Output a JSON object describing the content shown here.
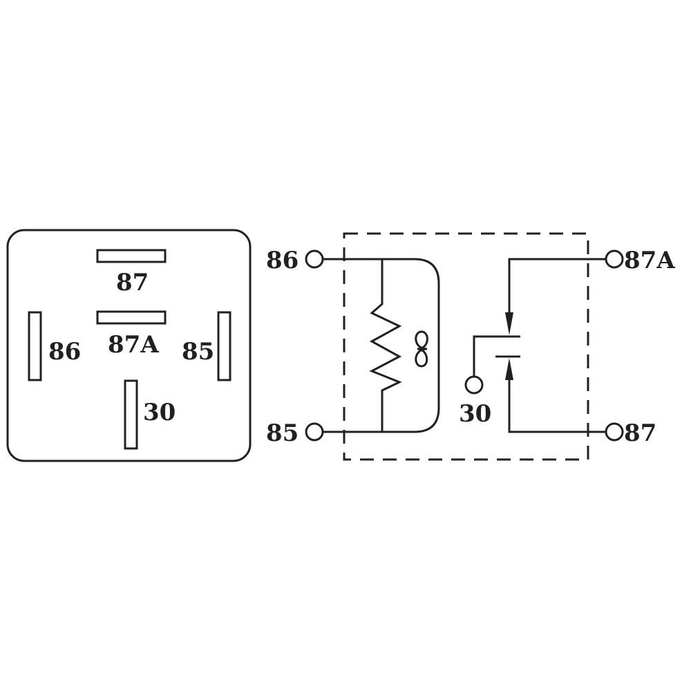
{
  "pinout": {
    "pins": [
      {
        "id": "p87",
        "label": "87"
      },
      {
        "id": "p87a",
        "label": "87A"
      },
      {
        "id": "p86",
        "label": "86"
      },
      {
        "id": "p85",
        "label": "85"
      },
      {
        "id": "p30",
        "label": "30"
      }
    ]
  },
  "schematic": {
    "terminals": {
      "t86": "86",
      "t85": "85",
      "t87a": "87A",
      "t87": "87",
      "t30": "30"
    }
  },
  "colors": {
    "stroke": "#231f20",
    "background": "#ffffff"
  }
}
